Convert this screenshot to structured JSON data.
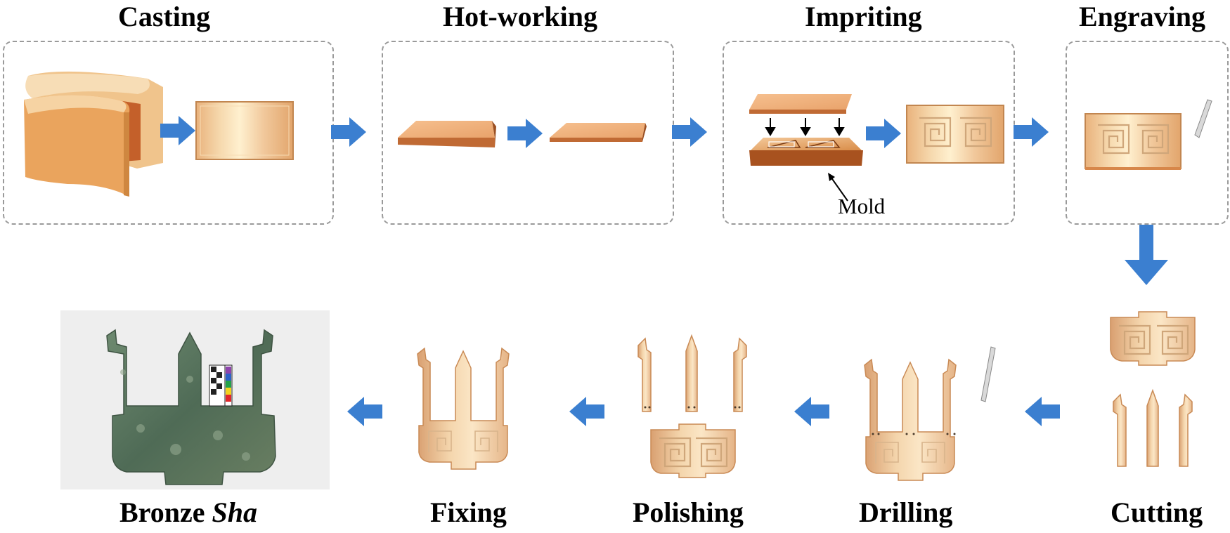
{
  "top_stages": [
    "Casting",
    "Hot-working",
    "Impriting",
    "Engraving"
  ],
  "bottom_stages": {
    "bronze_prefix": "Bronze ",
    "bronze_italic": "Sha",
    "fixing": "Fixing",
    "polishing": "Polishing",
    "drilling": "Drilling",
    "cutting": "Cutting"
  },
  "mold_label": "Mold",
  "colors": {
    "arrow": "#3b7fd0",
    "copper_light": "#f4cfa0",
    "copper_mid": "#e6a86f",
    "copper_dark": "#b9642b",
    "mold_dark": "#a8521f",
    "box_border": "#9a9a9a",
    "bronze_patina": "#5f7d63"
  },
  "scale_bar_colors": [
    "#e2262a",
    "#22a24a",
    "#2e62c8",
    "#f2d21e",
    "#8e44ad"
  ]
}
